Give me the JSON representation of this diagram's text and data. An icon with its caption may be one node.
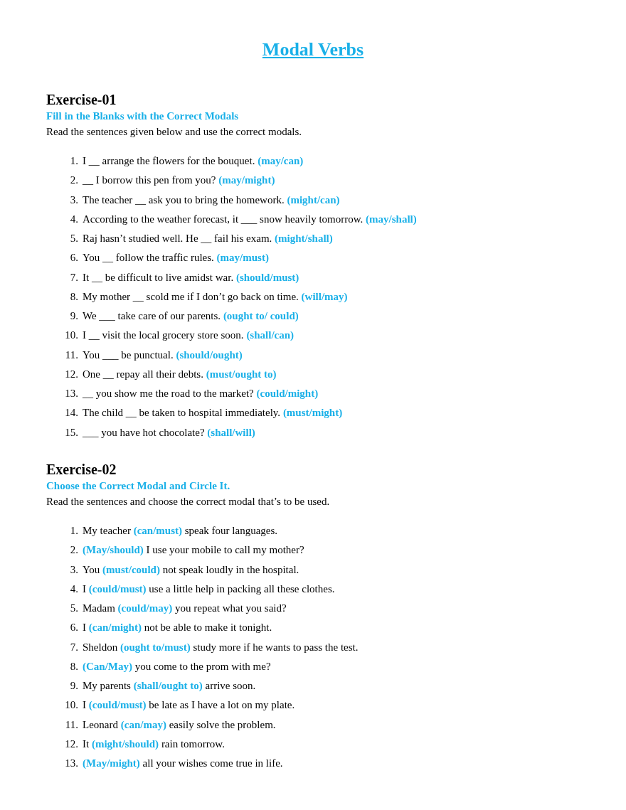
{
  "diagram": {
    "title": "Modal Verbs",
    "labels": [
      "Exercise-01",
      "Fill in the Blanks with the Correct Modals",
      "Read the sentences given below and use the correct modals.",
      "1.",
      "I __ arrange the flowers for the bouquet. **(may/can)**",
      "2.",
      "__ I borrow this pen from you? **(may/might)**",
      "3.",
      "The teacher __ ask you to bring the homework. **(might/can)**",
      "4.",
      "According to the weather forecast, it ___ snow heavily tomorrow. **(may/shall)**",
      "5.",
      "Raj hasn’t studied well. He __ fail his exam. **(might/shall)**",
      "6.",
      "You __ follow the traffic rules. **(may/must)**",
      "7.",
      "It __ be difficult to live amidst war. **(should/must)**",
      "8.",
      "My mother __ scold me if I don’t go back on time. **(will/may)**",
      "9.",
      "We ___ take care of our parents. **(ought to/ could)**",
      "10.",
      "I __ visit the local grocery store soon. **(shall/can)**",
      "11.",
      "You ___ be punctual. **(should/ought)**",
      "12.",
      "One __ repay all their debts. **(must/ought to)**",
      "13.",
      "__ you show me the road to the market? **(could/might)**",
      "14.",
      "The child __ be taken to hospital immediately. **(must/might)**",
      "15.",
      "___ you have hot chocolate? **(shall/will)**",
      "Exercise-02",
      "Choose the Correct Modal and Circle It.",
      "Read the sentences and choose the correct modal that’s to be used.",
      "1.",
      "My teacher **(can/must)** speak four languages.",
      "2.",
      "**(May/should)** I use your mobile to call my mother?",
      "3.",
      "You **(must/could)** not speak loudly in the hospital.",
      "4.",
      "I **(could/must)** use a little help in packing all these clothes.",
      "5.",
      "Madam **(could/may)** you repeat what you said?",
      "6.",
      "I **(can/might)** not be able to make it tonight.",
      "7.",
      "Sheldon **(ought to/must)** study more if he wants to pass the test.",
      "8.",
      "**(Can/May)** you come to the prom with me?",
      "9.",
      "My parents **(shall/ought to)** arrive soon.",
      "10.",
      "I **(could/must)** be late as I have a lot on my plate.",
      "11.",
      "Leonard **(can/may)** easily solve the problem.",
      "12.",
      "It **(might/should)** rain tomorrow.",
      "13.",
      "**(May/might)** all your wishes come true in life."
    ]
  }
}
